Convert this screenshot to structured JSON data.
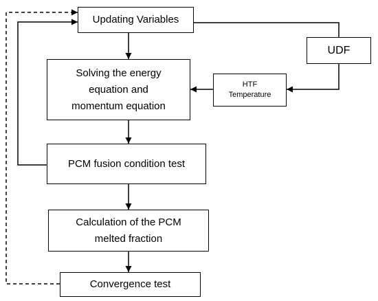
{
  "diagram": {
    "nodes": {
      "updating": {
        "label": "Updating Variables"
      },
      "udf": {
        "label": "UDF"
      },
      "solving": {
        "lines": [
          "Solving the energy",
          "equation and",
          "momentum equation"
        ]
      },
      "htf": {
        "lines": [
          "HTF",
          "Temperature"
        ]
      },
      "fusion": {
        "label": "PCM fusion condition test"
      },
      "calculation": {
        "lines": [
          "Calculation of the PCM",
          "melted fraction"
        ]
      },
      "convergence": {
        "label": "Convergence test"
      }
    },
    "edges": [
      {
        "from": "updating",
        "to": "solving",
        "style": "solid"
      },
      {
        "from": "updating",
        "to": "udf",
        "style": "solid"
      },
      {
        "from": "udf",
        "to": "htf",
        "style": "solid"
      },
      {
        "from": "htf",
        "to": "solving",
        "style": "solid"
      },
      {
        "from": "solving",
        "to": "fusion",
        "style": "solid"
      },
      {
        "from": "fusion",
        "to": "updating",
        "style": "solid"
      },
      {
        "from": "fusion",
        "to": "calculation",
        "style": "solid"
      },
      {
        "from": "calculation",
        "to": "convergence",
        "style": "solid"
      },
      {
        "from": "convergence",
        "to": "updating",
        "style": "dashed"
      }
    ]
  }
}
